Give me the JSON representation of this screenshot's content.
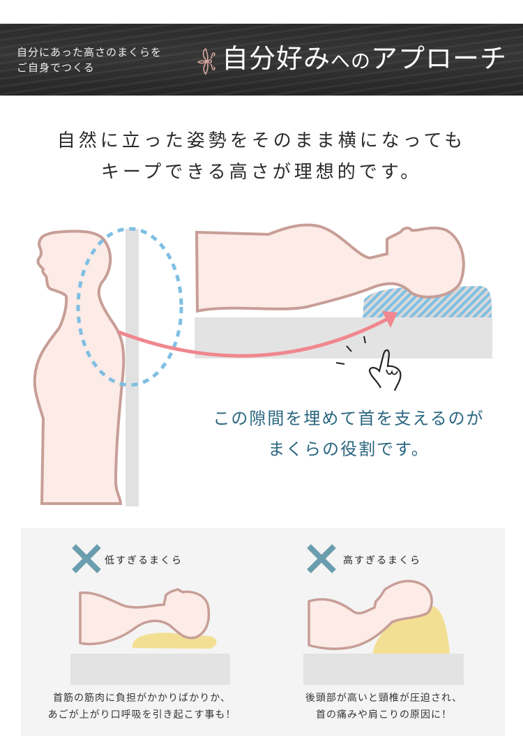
{
  "banner": {
    "subtitle_line1": "自分にあった高さのまくらを",
    "subtitle_line2": "ご自身でつくる",
    "title_main": "自分好み",
    "title_small": "への",
    "title_end": "アプローチ",
    "ornament_icon": "flower-ornament-icon",
    "ornament_color": "#d9a8a0"
  },
  "headline": {
    "line1": "自然に立った姿勢をそのまま横になっても",
    "line2": "キープできる高さが理想的です。"
  },
  "illustration": {
    "body_fill": "#fcebe7",
    "body_stroke": "#c79e97",
    "wall_color": "#e1e1e1",
    "dashed_circle_color": "#7fbfe3",
    "arrow_color": "#f0878e",
    "pillow_stripe_color": "#7fbfe3"
  },
  "caption": {
    "line1": "この隙間を埋めて首を支えるのが",
    "line2": "まくらの役割です。",
    "color": "#2b6680"
  },
  "comparisons": [
    {
      "label": "低すぎるまくら",
      "desc_line1": "首筋の筋肉に負担がかかりばかりか、",
      "desc_line2": "あごが上がり口呼吸を引き起こす事も！"
    },
    {
      "label": "高すぎるまくら",
      "desc_line1": "後頭部が高いと頸椎が圧迫され、",
      "desc_line2": "首の痛みや肩こりの原因に！"
    }
  ],
  "colors": {
    "x_mark": "#6a9dad",
    "pillow_yellow": "#f3df94",
    "mattress_gray": "#e3e3e3",
    "panel_bg": "#f4f4f4"
  }
}
